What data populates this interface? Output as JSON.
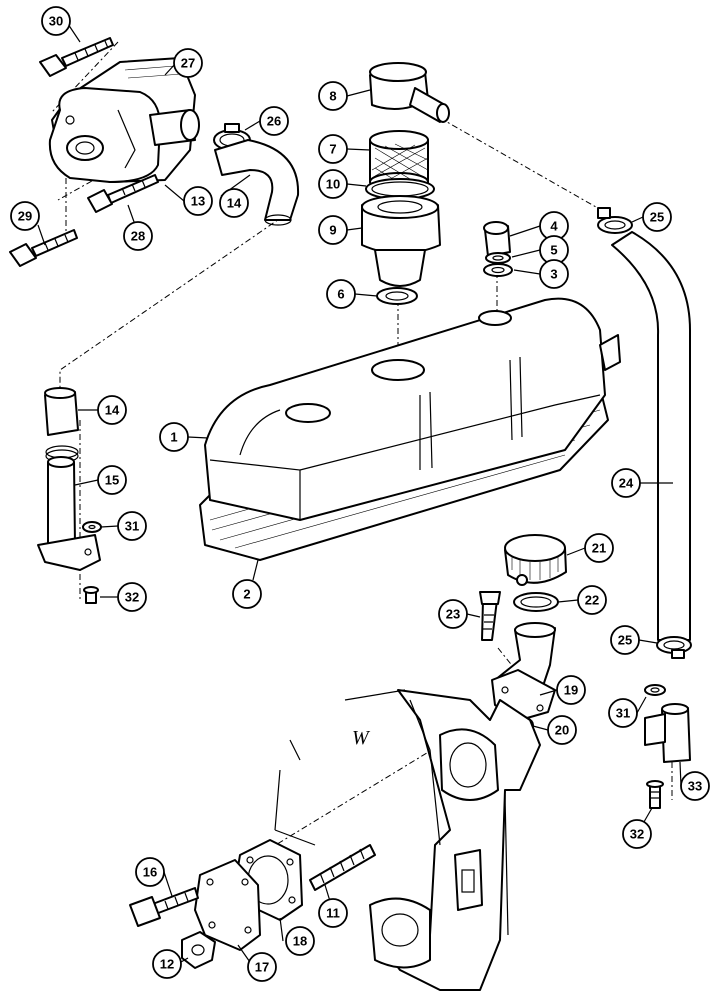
{
  "callouts": {
    "c30": "30",
    "c27": "27",
    "c26": "26",
    "c14a": "14",
    "c13": "13",
    "c28": "28",
    "c29": "29",
    "c8": "8",
    "c7": "7",
    "c10": "10",
    "c9": "9",
    "c6": "6",
    "c4": "4",
    "c5": "5",
    "c3": "3",
    "c25a": "25",
    "c1": "1",
    "c14b": "14",
    "c15": "15",
    "c31a": "31",
    "c32a": "32",
    "c2": "2",
    "c24": "24",
    "c21": "21",
    "c22": "22",
    "c23": "23",
    "c25b": "25",
    "c19": "19",
    "c20": "20",
    "c31b": "31",
    "c33": "33",
    "c32b": "32",
    "c16": "16",
    "c11": "11",
    "c18": "18",
    "c17": "17",
    "c12": "12"
  },
  "casting_mark": "W"
}
